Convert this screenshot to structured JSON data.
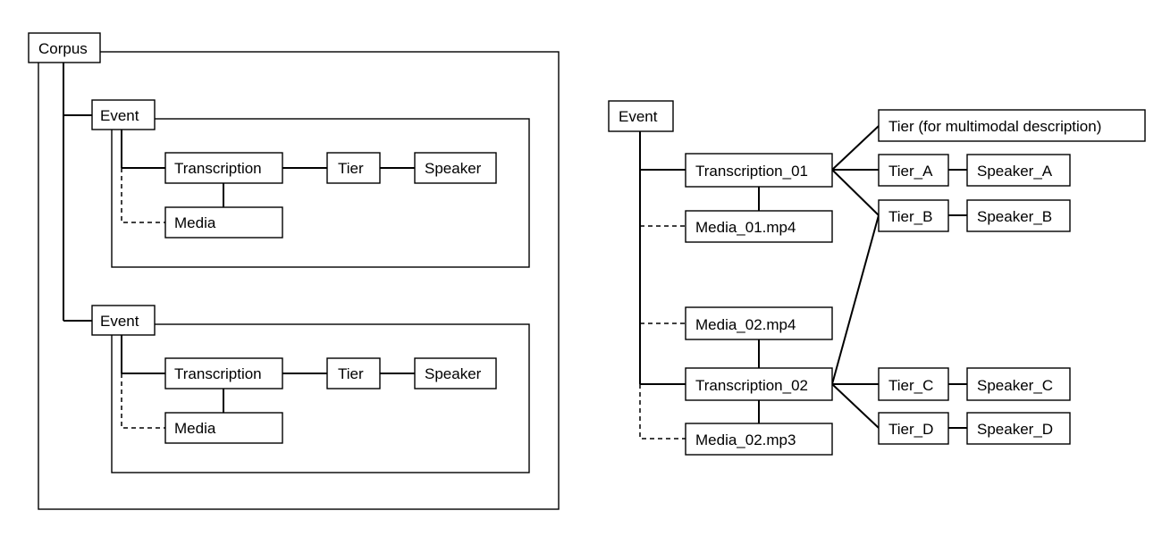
{
  "left_diagram": {
    "corpus": "Corpus",
    "events": [
      {
        "event": "Event",
        "transcription": "Transcription",
        "tier": "Tier",
        "speaker": "Speaker",
        "media": "Media"
      },
      {
        "event": "Event",
        "transcription": "Transcription",
        "tier": "Tier",
        "speaker": "Speaker",
        "media": "Media"
      }
    ]
  },
  "right_diagram": {
    "event": "Event",
    "transcription_01": "Transcription_01",
    "media_01_mp4": "Media_01.mp4",
    "media_02_mp4": "Media_02.mp4",
    "transcription_02": "Transcription_02",
    "media_02_mp3": "Media_02.mp3",
    "tier_multimodal": "Tier (for multimodal description)",
    "tier_a": "Tier_A",
    "speaker_a": "Speaker_A",
    "tier_b": "Tier_B",
    "speaker_b": "Speaker_B",
    "tier_c": "Tier_C",
    "speaker_c": "Speaker_C",
    "tier_d": "Tier_D",
    "speaker_d": "Speaker_D"
  }
}
